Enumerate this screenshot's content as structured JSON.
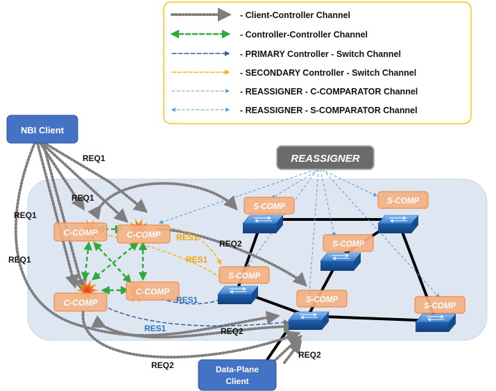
{
  "legend": {
    "items": [
      {
        "label": "- Client-Controller Channel",
        "style": "client-controller"
      },
      {
        "label": "- Controller-Controller Channel",
        "style": "controller-controller"
      },
      {
        "label": "- PRIMARY Controller - Switch Channel",
        "style": "primary"
      },
      {
        "label": "- SECONDARY Controller - Switch Channel",
        "style": "secondary"
      },
      {
        "label": "- REASSIGNER - C-COMPARATOR Channel",
        "style": "reassigner-c"
      },
      {
        "label": "- REASSIGNER - S-COMPARATOR Channel",
        "style": "reassigner-s"
      }
    ]
  },
  "nodes": {
    "nbi_client": "NBI Client",
    "reassigner": "REASSIGNER",
    "data_plane_client": [
      "Data-Plane",
      "Client"
    ],
    "c_comp": "C-COMP",
    "s_comp": "S-COMP"
  },
  "labels": {
    "req1": "REQ1",
    "req2": "REQ2",
    "res1": "RES1"
  },
  "colors": {
    "client_controller": "#7f7f7f",
    "controller_controller": "#2eaa3c",
    "primary": "#2f5f9e",
    "secondary": "#f5b31b",
    "reassigner_link": "#5b9bd5",
    "region_fill": "#dde6f1",
    "client_box": "#4472c4",
    "reassigner_box": "#6b6b6b",
    "comp_fill": "#f4b183",
    "comp_stroke": "#ed7d31",
    "switch_blue": "#2a6fc2",
    "legend_border": "#f5c518",
    "res1_secondary": "#f0a500",
    "res1_primary": "#2e74b5"
  }
}
